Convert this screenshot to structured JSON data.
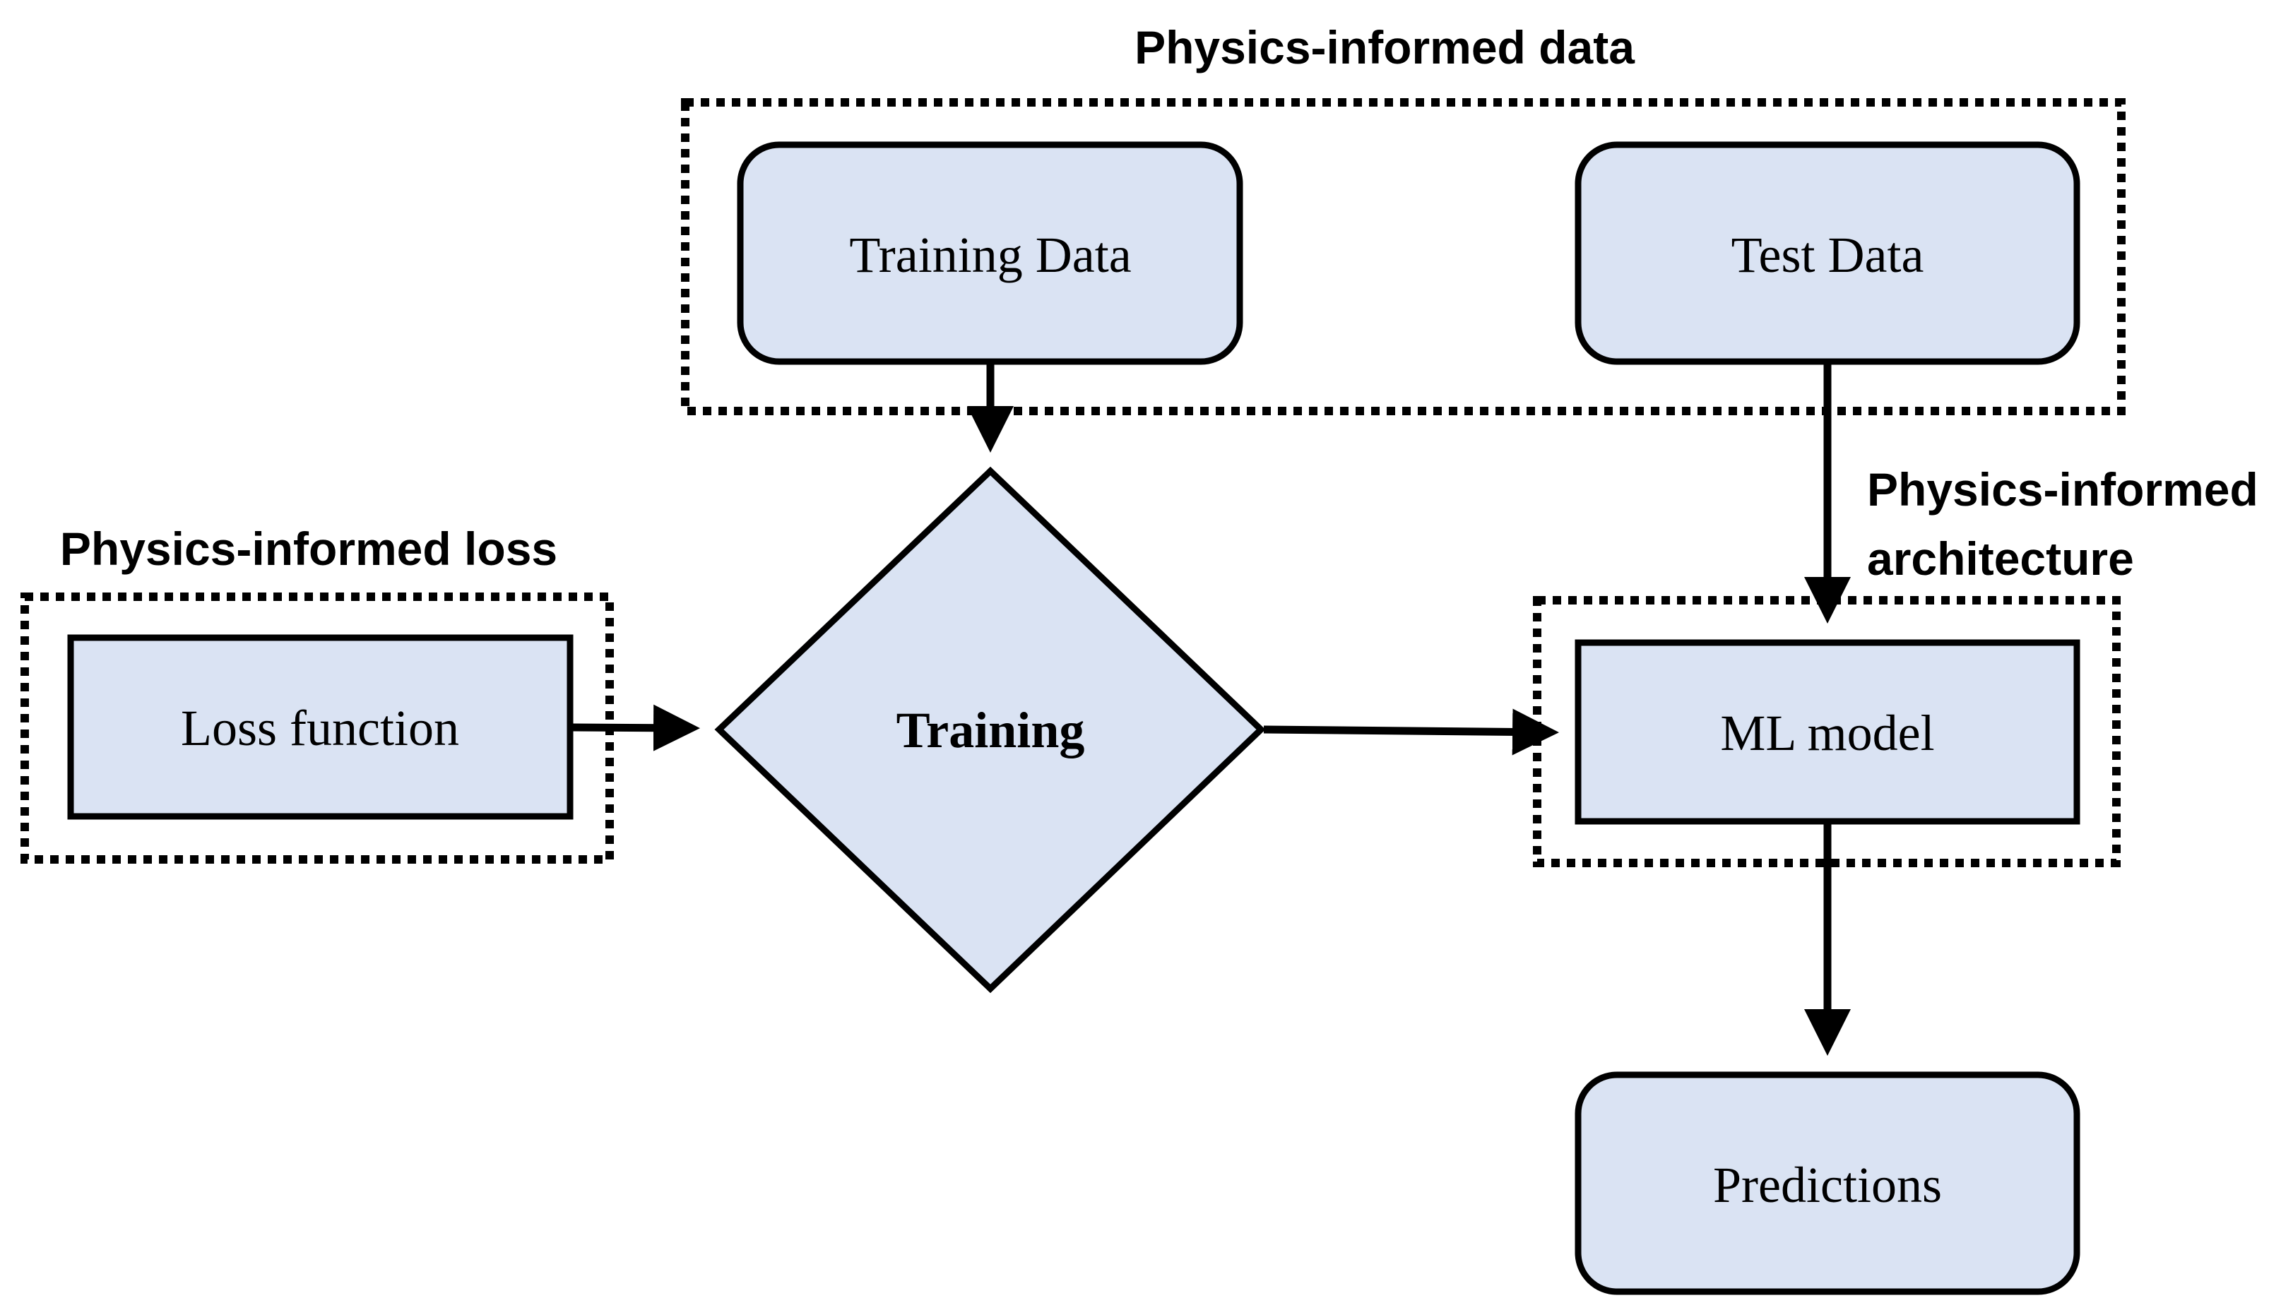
{
  "diagram": {
    "groups": {
      "data": {
        "label": "Physics-informed data"
      },
      "loss": {
        "label": "Physics-informed loss"
      },
      "architecture": {
        "label_line1": "Physics-informed",
        "label_line2": "architecture"
      }
    },
    "nodes": {
      "training_data": {
        "label": "Training Data"
      },
      "test_data": {
        "label": "Test Data"
      },
      "loss_function": {
        "label": "Loss function"
      },
      "training": {
        "label": "Training"
      },
      "ml_model": {
        "label": "ML model"
      },
      "predictions": {
        "label": "Predictions"
      }
    },
    "edges": [
      {
        "from": "Training Data",
        "to": "Training"
      },
      {
        "from": "Loss function",
        "to": "Training"
      },
      {
        "from": "Training",
        "to": "ML model"
      },
      {
        "from": "Test Data",
        "to": "ML model"
      },
      {
        "from": "ML model",
        "to": "Predictions"
      }
    ],
    "colors": {
      "node_fill": "#dae3f3",
      "stroke": "#000000"
    }
  }
}
